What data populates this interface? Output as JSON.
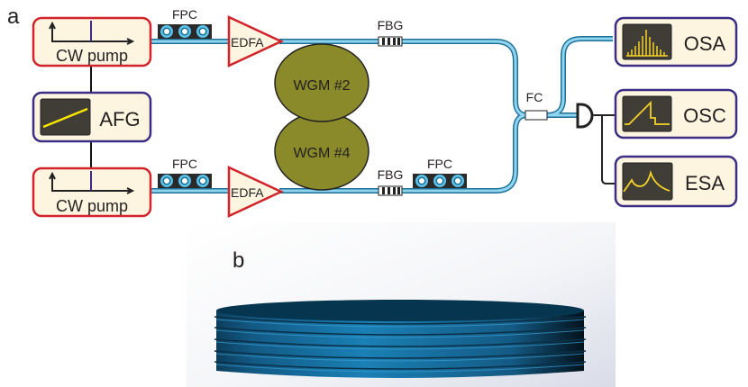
{
  "panel_a": {
    "label": "a",
    "cw_pump_top": "CW pump",
    "cw_pump_bottom": "CW pump",
    "afg": "AFG",
    "fpc_top": "FPC",
    "fpc_bottom": "FPC",
    "fpc_right": "FPC",
    "edfa_top": "EDFA",
    "edfa_bottom": "EDFA",
    "wgm_top": "WGM #2",
    "wgm_bottom": "WGM #4",
    "fbg_top": "FBG",
    "fbg_bottom": "FBG",
    "fc": "FC",
    "osa": "OSA",
    "osc": "OSC",
    "esa": "ESA"
  },
  "panel_b": {
    "label": "b"
  },
  "colors": {
    "fiber": "#3fa7d6",
    "pump_border": "#d2232a",
    "instrument_border": "#3b2c84",
    "box_fill": "#fdf5e0",
    "wgm": "#8b8a2a",
    "trace": "#f5d327",
    "disc": "#1a6f9e"
  }
}
